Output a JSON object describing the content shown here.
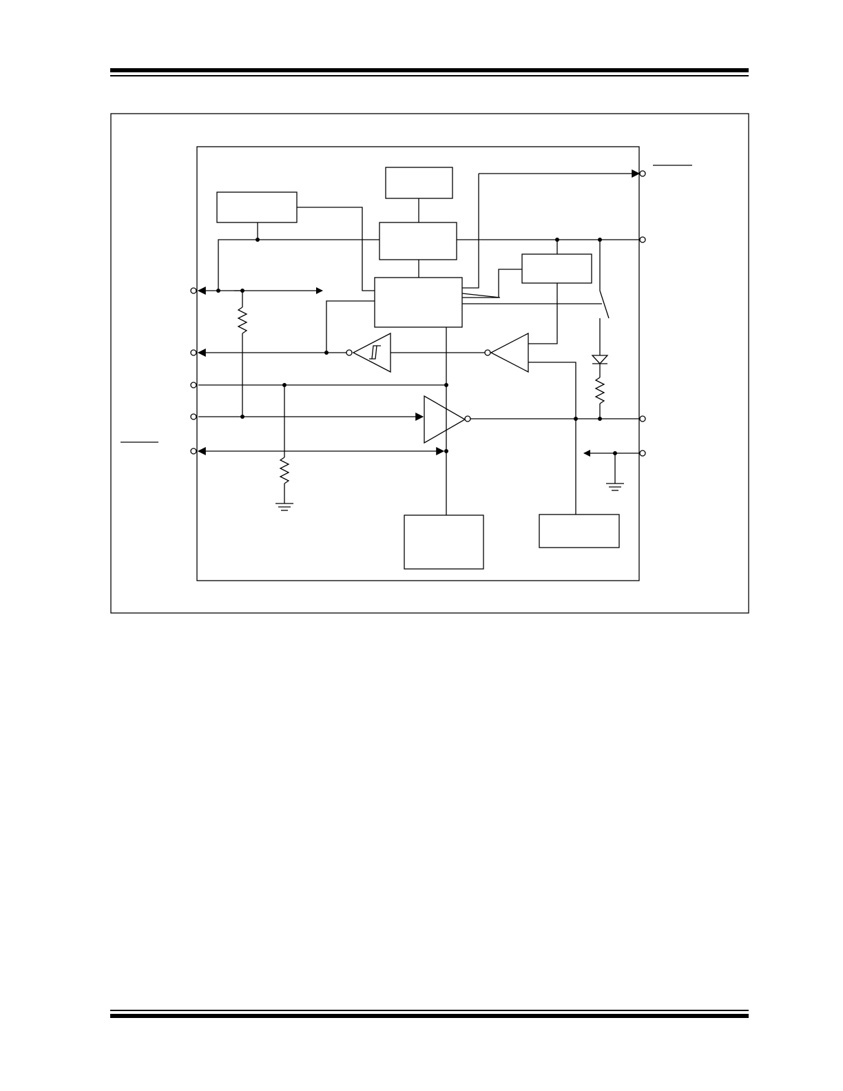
{
  "page": {
    "header_rules": [
      "thick",
      "thin"
    ],
    "footer_rules": [
      "thin",
      "thick"
    ]
  },
  "figure": {
    "labels": [],
    "blocks": [
      {
        "id": "top-left-block",
        "text": ""
      },
      {
        "id": "top-center-block",
        "text": ""
      },
      {
        "id": "control-block",
        "text": ""
      },
      {
        "id": "logic-block",
        "text": ""
      },
      {
        "id": "right-block",
        "text": ""
      },
      {
        "id": "bottom-center-block",
        "text": ""
      },
      {
        "id": "bottom-right-block",
        "text": ""
      }
    ],
    "left_pins": 5,
    "right_pins": 4,
    "components": [
      "resistor",
      "resistor",
      "resistor",
      "diode",
      "switch",
      "schmitt-trigger-buffer",
      "inverting-buffer",
      "output-driver",
      "ground",
      "ground"
    ]
  }
}
